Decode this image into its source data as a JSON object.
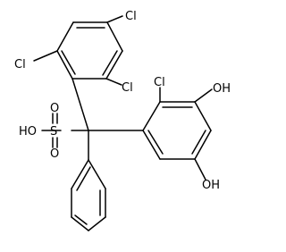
{
  "labels": {
    "cl_top_right": "Cl",
    "cl_left": "Cl",
    "cl_mid": "Cl",
    "cl_right_ring": "Cl",
    "oh_top": "OH",
    "oh_bottom": "OH",
    "ho_sulfonic": "HO",
    "s_atom": "S",
    "o_upper": "O",
    "o_lower": "O"
  }
}
